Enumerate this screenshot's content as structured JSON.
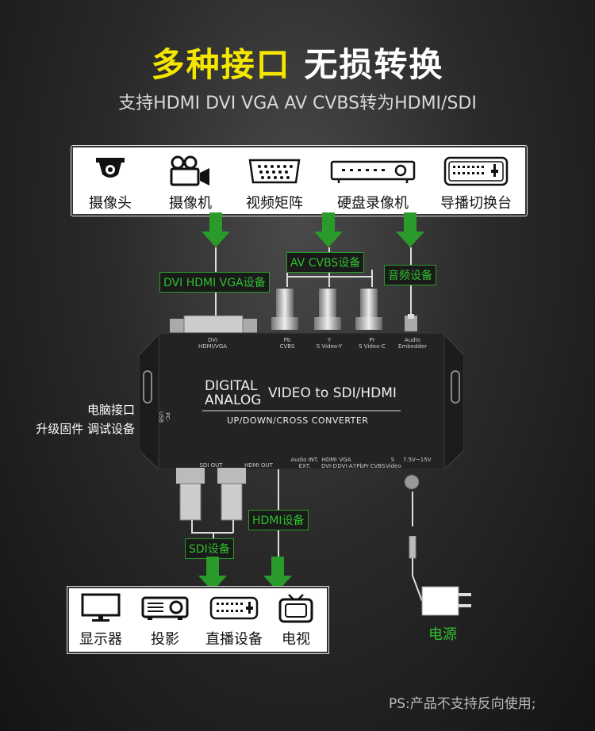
{
  "title": {
    "part1": "多种接口",
    "part2": "无损转换"
  },
  "subtitle": "支持HDMI DVI VGA AV CVBS转为HDMI/SDI",
  "sources": [
    {
      "label": "摄像头",
      "icon": "security-camera-icon"
    },
    {
      "label": "摄像机",
      "icon": "video-camera-icon"
    },
    {
      "label": "视频矩阵",
      "icon": "video-matrix-icon"
    },
    {
      "label": "硬盘录像机",
      "icon": "dvr-icon"
    },
    {
      "label": "导播切换台",
      "icon": "switcher-icon"
    }
  ],
  "input_labels": {
    "dvi_hdmi_vga": "DVI HDMI VGA设备",
    "av_cvbs": "AV  CVBS设备",
    "audio": "音频设备"
  },
  "device": {
    "line1a": "DIGITAL",
    "line1b": "ANALOG",
    "main": "VIDEO to SDI/HDMI",
    "sub": "UP/DOWN/CROSS CONVERTER",
    "top_ports": {
      "dvi": "DVI\nHDMI/VGA",
      "pb": "Pb\nCVBS",
      "y": "Y\nS Video-Y",
      "pr": "Pr\nS Video-C",
      "audio": "Audio\nEmbedder"
    },
    "pc_usb": "PC-USB",
    "sdi_out": "SDI OUT",
    "hdmi_out": "HDMI OUT",
    "audio_switch": "Audio INT.\nEXT.",
    "input_switch": [
      "HDMI\nDVI-D",
      "VGA\nDVI-A",
      "YPbPr",
      "CVBS",
      "S\nVideo"
    ],
    "power_in": "7.5V~15V"
  },
  "pc_note": {
    "line1": "电脑接口",
    "line2": "升级固件 调试设备"
  },
  "output_labels": {
    "hdmi": "HDMI设备",
    "sdi": "SDI设备"
  },
  "outputs": [
    {
      "label": "显示器",
      "icon": "monitor-icon"
    },
    {
      "label": "投影",
      "icon": "projector-icon"
    },
    {
      "label": "直播设备",
      "icon": "streaming-device-icon"
    },
    {
      "label": "电视",
      "icon": "tv-icon"
    }
  ],
  "power_label": "电源",
  "ps_note": "PS:产品不支持反向使用;",
  "colors": {
    "title_yellow": "#f5e600",
    "accent_green": "#2fbf2f",
    "arrow_green": "#2a9a2a"
  }
}
